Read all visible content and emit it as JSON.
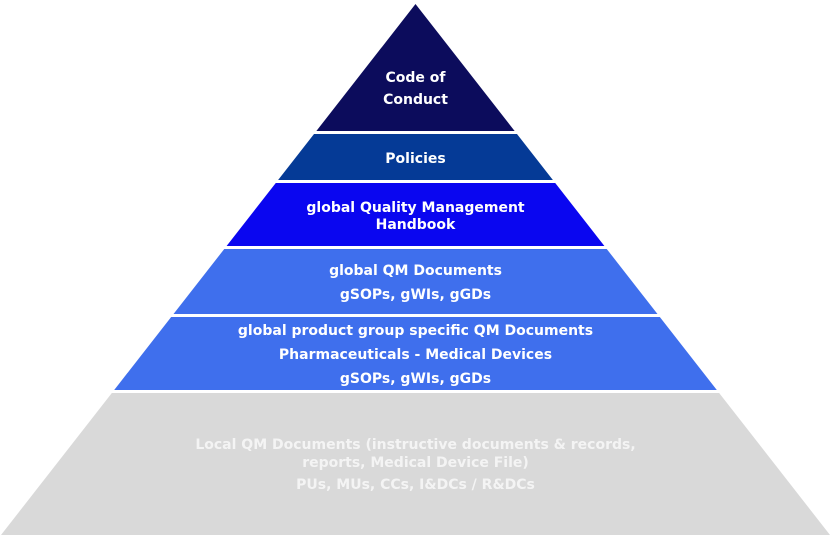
{
  "pyramid": {
    "levels": [
      {
        "id": "code-of-conduct",
        "color": "#0c0c5c",
        "text_color": "#ffffff",
        "lines": [
          "Code of",
          "Conduct"
        ]
      },
      {
        "id": "policies",
        "color": "#053a96",
        "text_color": "#ffffff",
        "lines": [
          "Policies"
        ]
      },
      {
        "id": "global-qm-handbook",
        "color": "#0a06f0",
        "text_color": "#ffffff",
        "lines": [
          "global Quality Management",
          "Handbook"
        ]
      },
      {
        "id": "global-qm-documents",
        "color": "#3f6fed",
        "text_color": "#ffffff",
        "lines": [
          "global QM Documents",
          "gSOPs, gWIs, gGDs"
        ]
      },
      {
        "id": "product-group-qm-documents",
        "color": "#3f6fed",
        "text_color": "#ffffff",
        "lines": [
          "global product group specific QM Documents",
          "Pharmaceuticals - Medical Devices",
          "gSOPs, gWIs, gGDs"
        ]
      },
      {
        "id": "local-qm-documents",
        "color": "#d9d9d9",
        "text_color": "#f4f4f4",
        "lines": [
          "Local QM Documents (instructive documents & records,",
          "reports, Medical Device File)",
          "PUs, MUs, CCs, I&DCs / R&DCs"
        ]
      }
    ]
  }
}
